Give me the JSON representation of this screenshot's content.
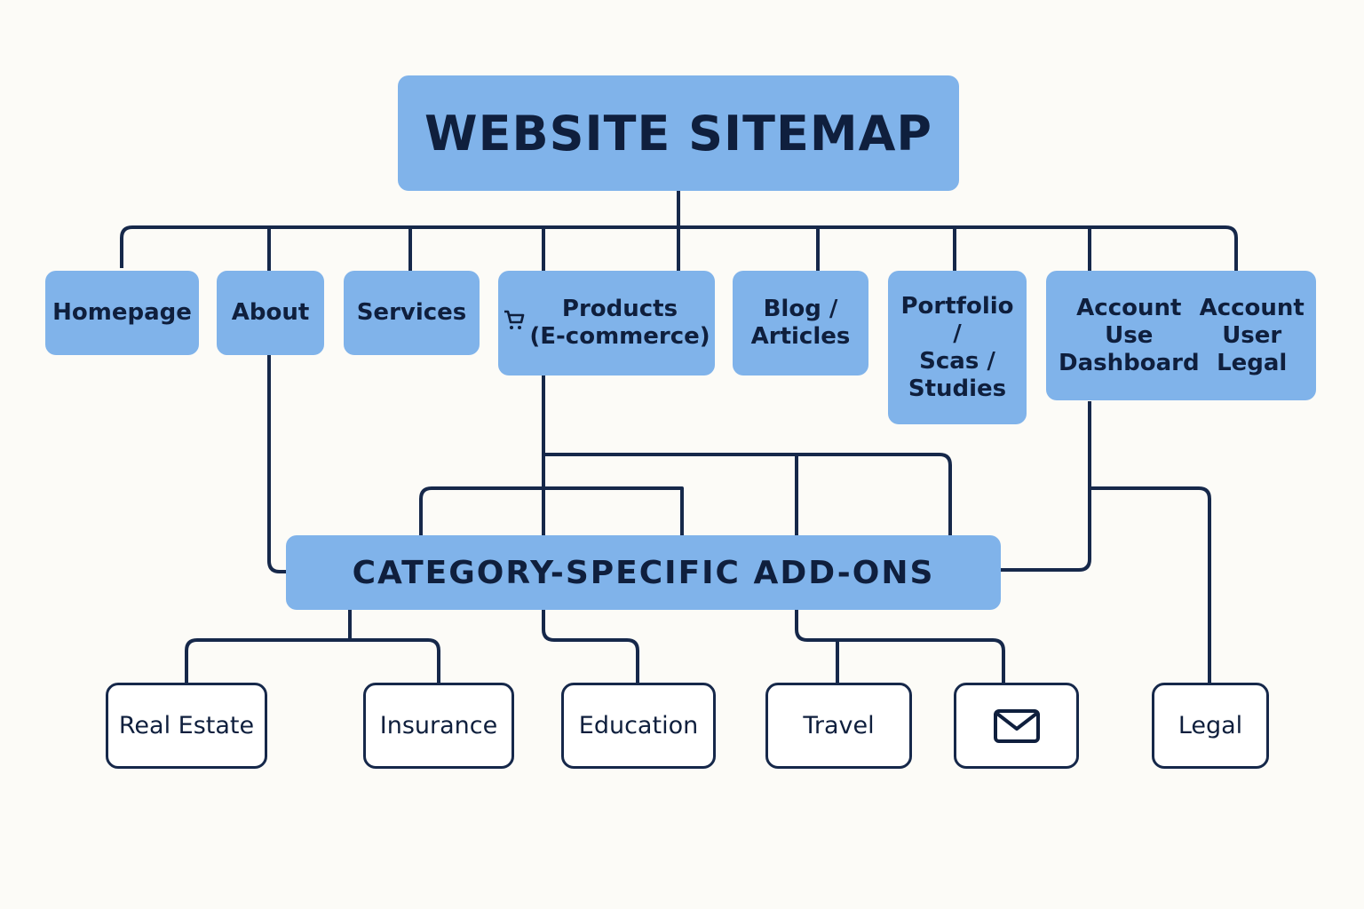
{
  "title": "WEBSITE SITEMAP",
  "sections": {
    "homepage": "Homepage",
    "about": "About",
    "services": "Services",
    "products": "Products\n(E-commerce)",
    "blog": "Blog /\nArticles",
    "portfolio": "Portfolio\n/\nScas /\nStudies",
    "account_left": "Account\nUse\nDashboard",
    "account_right": "Account\nUser\nLegal"
  },
  "addons_label": "CATEGORY-SPECIFIC ADD-ONS",
  "categories": {
    "real_estate": "Real Estate",
    "insurance": "Insurance",
    "education": "Education",
    "travel": "Travel",
    "legal": "Legal"
  },
  "icons": {
    "products": "shopping-cart-icon",
    "contact": "envelope-icon"
  },
  "colors": {
    "node_fill": "#80b3ea",
    "line": "#16284a",
    "text": "#0f1f3d",
    "background": "#fcfbf7"
  }
}
